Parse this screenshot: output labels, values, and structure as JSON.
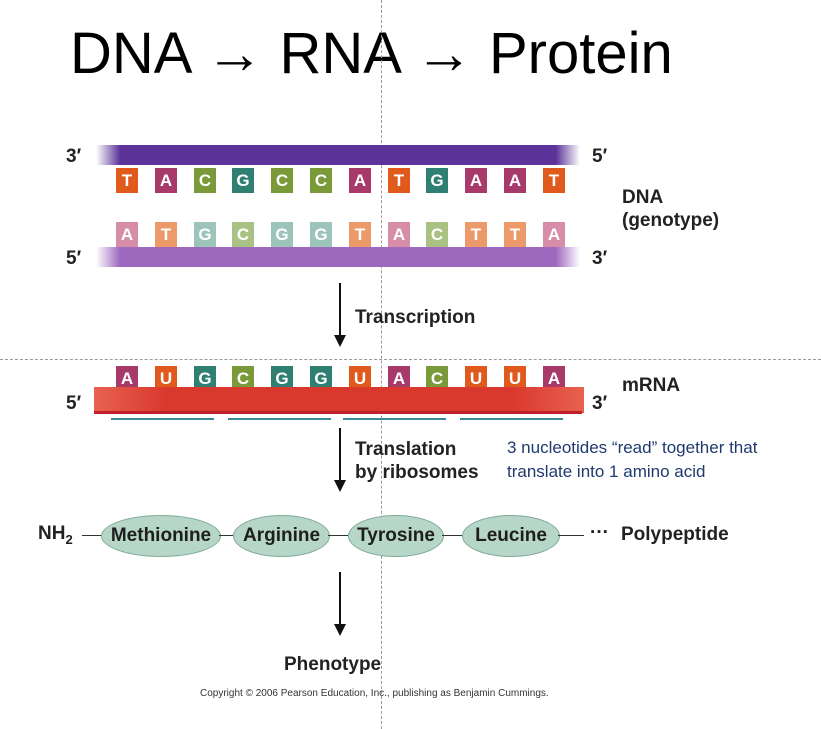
{
  "title": "DNA → RNA → Protein",
  "dna": {
    "top_left_end": "3′",
    "top_right_end": "5′",
    "bottom_left_end": "5′",
    "bottom_right_end": "3′",
    "label_line1": "DNA",
    "label_line2": "(genotype)",
    "template_bases": [
      "T",
      "A",
      "C",
      "G",
      "C",
      "C",
      "A",
      "T",
      "G",
      "A",
      "A",
      "T"
    ],
    "coding_bases": [
      "A",
      "T",
      "G",
      "C",
      "G",
      "G",
      "T",
      "A",
      "C",
      "T",
      "T",
      "A"
    ]
  },
  "transcription_label": "Transcription",
  "mrna": {
    "left_end": "5′",
    "right_end": "3′",
    "label": "mRNA",
    "bases": [
      "A",
      "U",
      "G",
      "C",
      "G",
      "G",
      "U",
      "A",
      "C",
      "U",
      "U",
      "A"
    ]
  },
  "translation": {
    "line1": "Translation",
    "line2": "by ribosomes"
  },
  "codon_note": {
    "line1": "3 nucleotides “read” together that",
    "line2": "translate into 1 amino acid"
  },
  "polypeptide": {
    "nh2": "NH",
    "nh2_sub": "2",
    "amino_acids": [
      "Methionine",
      "Arginine",
      "Tyrosine",
      "Leucine"
    ],
    "ellipsis": "···",
    "label": "Polypeptide"
  },
  "phenotype_label": "Phenotype",
  "copyright": "Copyright © 2006 Pearson Education, Inc., publishing as Benjamin Cummings.",
  "colors": {
    "A": "#a83a6b",
    "T": "#e05a1e",
    "U": "#e05a1e",
    "C": "#7a9a3a",
    "G": "#2f7f72",
    "dna_top_strand": "#5c3399",
    "dna_bottom_strand": "#9d68be",
    "mrna_strand": "#d9382d",
    "amino_acid_fill": "#b6d6c8",
    "codon_marker": "#3a8a9a",
    "note_text": "#1f3a6e"
  },
  "pale_colors": {
    "A": "#d78ca8",
    "T": "#ed9a6b",
    "U": "#ed9a6b",
    "C": "#a9c283",
    "G": "#9cc4bb"
  }
}
